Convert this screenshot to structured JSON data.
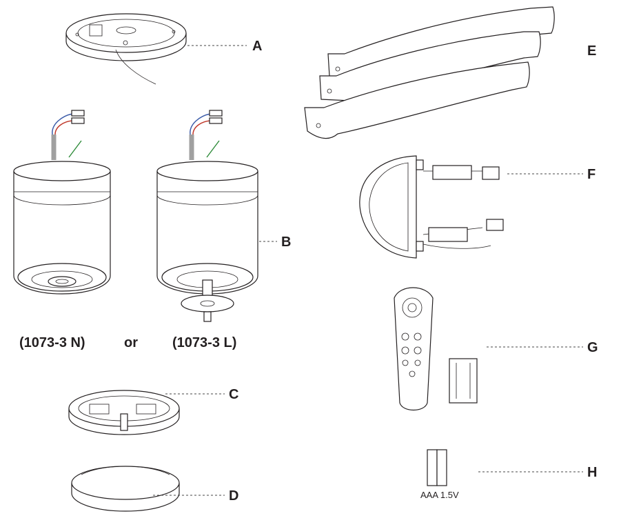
{
  "parts": {
    "a": {
      "label": "A"
    },
    "b": {
      "label": "B"
    },
    "c": {
      "label": "C"
    },
    "d": {
      "label": "D"
    },
    "e": {
      "label": "E"
    },
    "f": {
      "label": "F"
    },
    "g": {
      "label": "G"
    },
    "h": {
      "label": "H"
    }
  },
  "models": {
    "left": "(1073-3 N)",
    "or": "or",
    "right": "(1073-3 L)"
  },
  "battery": {
    "label": "AAA 1.5V"
  },
  "colors": {
    "ink": "#231f20",
    "wire_blue": "#3b5ba8",
    "wire_red": "#c0392b",
    "wire_green": "#2e8b3a",
    "wire_grey": "#a0a0a0"
  }
}
